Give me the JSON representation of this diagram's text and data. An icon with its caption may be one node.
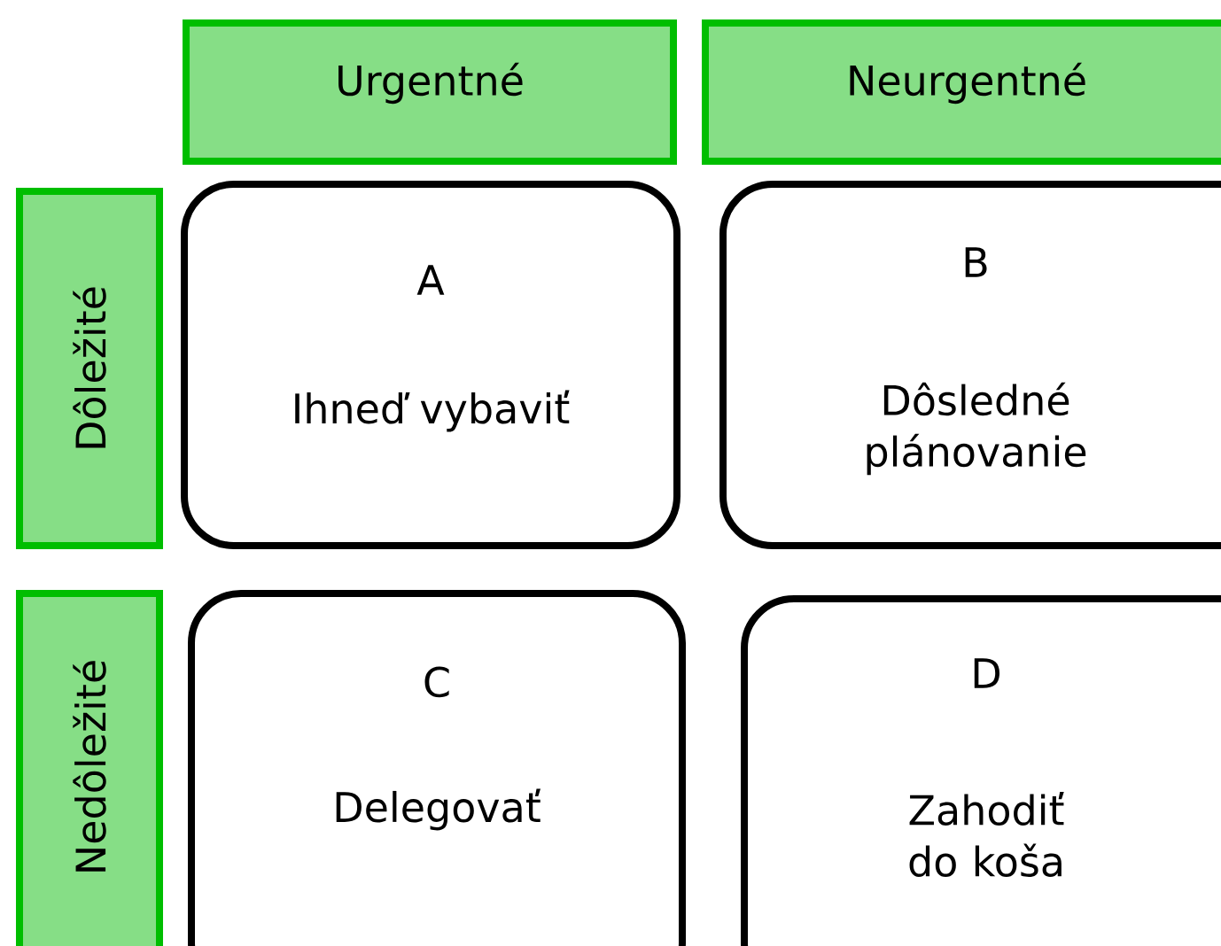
{
  "diagram": {
    "nodes": [
      {
        "text": [
          "Urgentné"
        ]
      },
      {
        "text": [
          "Neurgentné"
        ]
      },
      {
        "text": [
          "Dôležité"
        ]
      },
      {
        "text": [
          "A",
          "Ihneď vybaviť"
        ]
      },
      {
        "text": [
          "B",
          "Dôsledné plánovanie"
        ]
      },
      {
        "text": [
          "Nedôležité"
        ]
      },
      {
        "text": [
          "C",
          "Delegovať"
        ]
      },
      {
        "text": [
          "D",
          "Zahodiť do koša"
        ]
      }
    ]
  }
}
